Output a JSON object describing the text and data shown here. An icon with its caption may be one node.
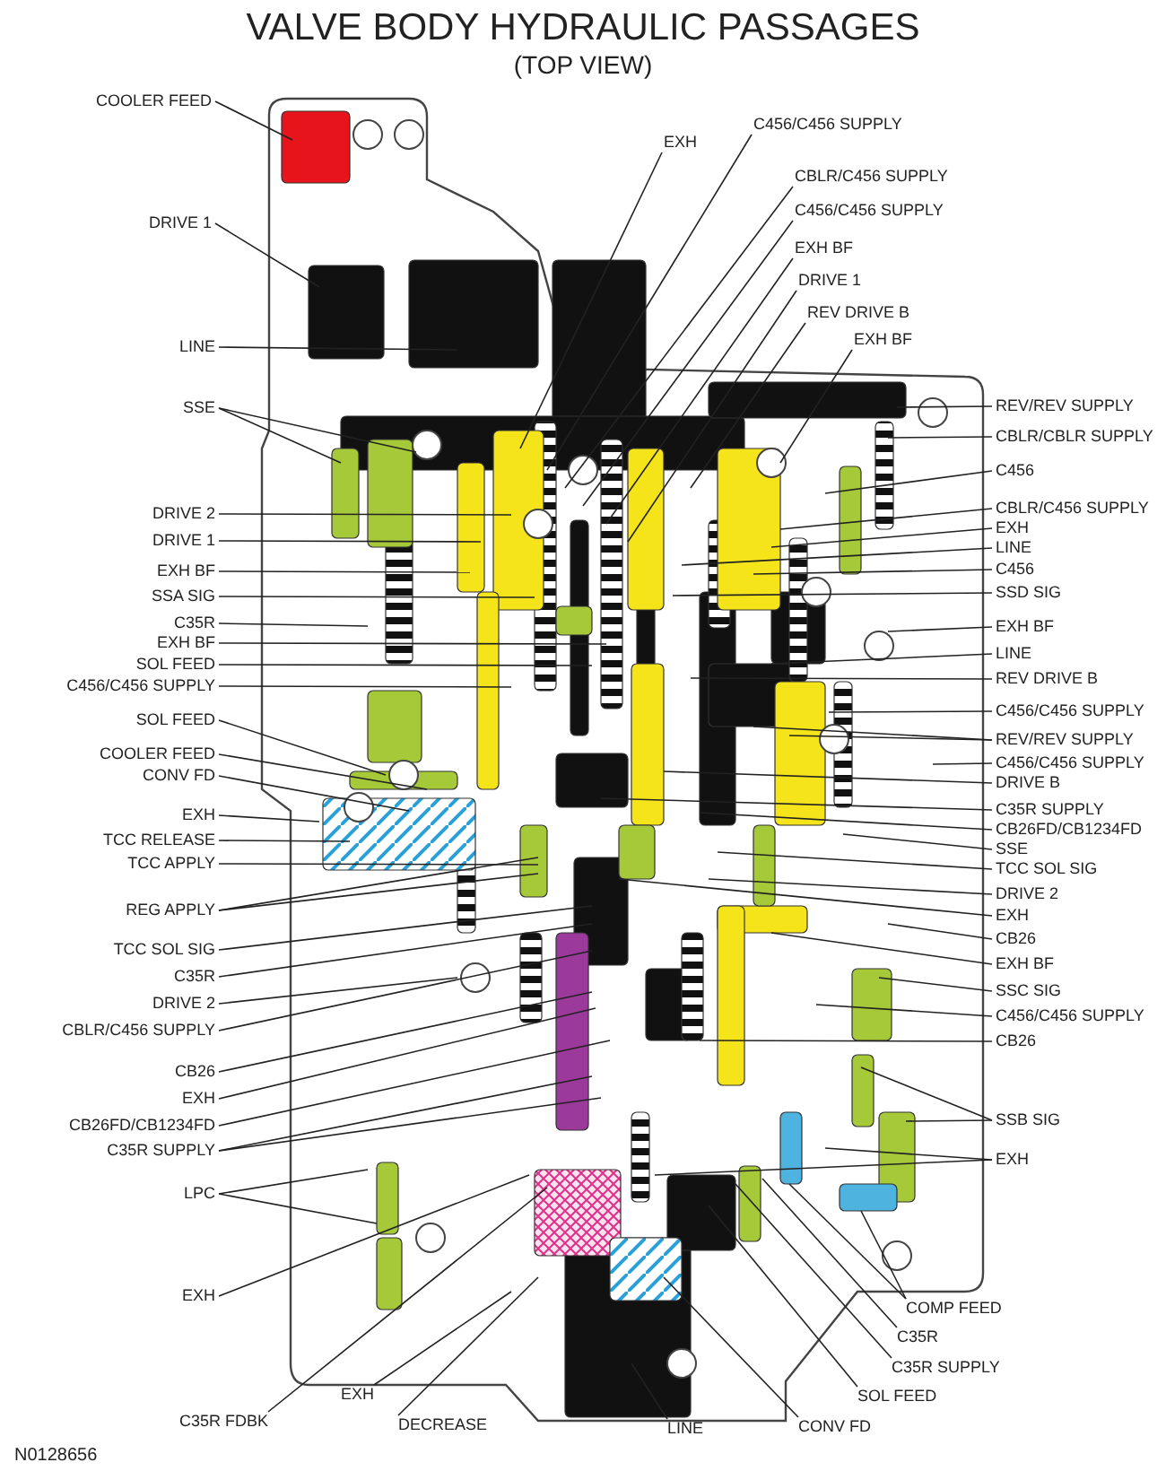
{
  "diagram": {
    "title": "VALVE BODY HYDRAULIC PASSAGES",
    "nodes": [
      {
        "text": [
          "COOLER FEED"
        ]
      },
      {
        "text": [
          "DRIVE 1"
        ]
      },
      {
        "text": [
          "LINE"
        ]
      },
      {
        "text": [
          "SSE"
        ]
      },
      {
        "text": [
          "DRIVE 2"
        ]
      },
      {
        "text": [
          "DRIVE 1"
        ]
      },
      {
        "text": [
          "EXH BF"
        ]
      },
      {
        "text": [
          "SSA SIG"
        ]
      },
      {
        "text": [
          "C35R"
        ]
      },
      {
        "text": [
          "EXH BF"
        ]
      },
      {
        "text": [
          "SOL FEED"
        ]
      },
      {
        "text": [
          "C456/C456 SUPPLY"
        ]
      },
      {
        "text": [
          "SOL FEED"
        ]
      },
      {
        "text": [
          "COOLER FEED"
        ]
      },
      {
        "text": [
          "CONV FD"
        ]
      },
      {
        "text": [
          "EXH"
        ]
      },
      {
        "text": [
          "TCC RELEASE"
        ]
      },
      {
        "text": [
          "TCC APPLY"
        ]
      },
      {
        "text": [
          "REG APPLY"
        ]
      },
      {
        "text": [
          "TCC SOL SIG"
        ]
      },
      {
        "text": [
          "C35R"
        ]
      },
      {
        "text": [
          "DRIVE 2"
        ]
      },
      {
        "text": [
          "CBLR/C456 SUPPLY"
        ]
      },
      {
        "text": [
          "CB26"
        ]
      },
      {
        "text": [
          "EXH"
        ]
      },
      {
        "text": [
          "CB26FD/CB1234FD"
        ]
      },
      {
        "text": [
          "C35R SUPPLY"
        ]
      },
      {
        "text": [
          "LPC"
        ]
      },
      {
        "text": [
          "EXH"
        ]
      },
      {
        "text": [
          "EXH"
        ]
      },
      {
        "text": [
          "C35R FDBK"
        ]
      },
      {
        "text": [
          "DECREASE"
        ]
      },
      {
        "text": [
          "LINE"
        ]
      },
      {
        "text": [
          "CONV FD"
        ]
      },
      {
        "text": [
          "SOL FEED"
        ]
      },
      {
        "text": [
          "C35R SUPPLY"
        ]
      },
      {
        "text": [
          "C35R"
        ]
      },
      {
        "text": [
          "COMP FEED"
        ]
      },
      {
        "text": [
          "EXH"
        ]
      },
      {
        "text": [
          "C456/C456 SUPPLY"
        ]
      },
      {
        "text": [
          "CBLR/C456 SUPPLY"
        ]
      },
      {
        "text": [
          "C456/C456 SUPPLY"
        ]
      },
      {
        "text": [
          "EXH BF"
        ]
      },
      {
        "text": [
          "DRIVE 1"
        ]
      },
      {
        "text": [
          "REV DRIVE B"
        ]
      },
      {
        "text": [
          "EXH BF"
        ]
      },
      {
        "text": [
          "REV/REV SUPPLY"
        ]
      },
      {
        "text": [
          "CBLR/CBLR SUPPLY"
        ]
      },
      {
        "text": [
          "C456"
        ]
      },
      {
        "text": [
          "CBLR/C456 SUPPLY"
        ]
      },
      {
        "text": [
          "EXH"
        ]
      },
      {
        "text": [
          "LINE"
        ]
      },
      {
        "text": [
          "C456"
        ]
      },
      {
        "text": [
          "SSD SIG"
        ]
      },
      {
        "text": [
          "EXH BF"
        ]
      },
      {
        "text": [
          "LINE"
        ]
      },
      {
        "text": [
          "REV DRIVE B"
        ]
      },
      {
        "text": [
          "C456/C456 SUPPLY"
        ]
      },
      {
        "text": [
          "REV/REV SUPPLY"
        ]
      },
      {
        "text": [
          "C456/C456 SUPPLY"
        ]
      },
      {
        "text": [
          "DRIVE B"
        ]
      },
      {
        "text": [
          "C35R SUPPLY"
        ]
      },
      {
        "text": [
          "CB26FD/CB1234FD"
        ]
      },
      {
        "text": [
          "SSE"
        ]
      },
      {
        "text": [
          "TCC SOL SIG"
        ]
      },
      {
        "text": [
          "DRIVE 2"
        ]
      },
      {
        "text": [
          "EXH"
        ]
      },
      {
        "text": [
          "CB26"
        ]
      },
      {
        "text": [
          "EXH BF"
        ]
      },
      {
        "text": [
          "SSC SIG"
        ]
      },
      {
        "text": [
          "C456/C456 SUPPLY"
        ]
      },
      {
        "text": [
          "CB26"
        ]
      },
      {
        "text": [
          "SSB SIG"
        ]
      },
      {
        "text": [
          "EXH"
        ]
      }
    ],
    "edges": [
      {
        "from": 0,
        "to": null,
        "arrow": "none"
      },
      {
        "from": 1,
        "to": null,
        "arrow": "none"
      },
      {
        "from": 2,
        "to": null,
        "arrow": "none"
      },
      {
        "from": 3,
        "to": null,
        "arrow": "none"
      },
      {
        "from": 3,
        "to": null,
        "arrow": "none"
      },
      {
        "from": 4,
        "to": null,
        "arrow": "none"
      },
      {
        "from": 5,
        "to": null,
        "arrow": "none"
      },
      {
        "from": 6,
        "to": null,
        "arrow": "none"
      },
      {
        "from": 7,
        "to": null,
        "arrow": "none"
      },
      {
        "from": 8,
        "to": null,
        "arrow": "none"
      },
      {
        "from": 9,
        "to": null,
        "arrow": "none"
      },
      {
        "from": 10,
        "to": null,
        "arrow": "none"
      },
      {
        "from": 11,
        "to": null,
        "arrow": "none"
      },
      {
        "from": 12,
        "to": null,
        "arrow": "none"
      },
      {
        "from": 13,
        "to": null,
        "arrow": "none"
      },
      {
        "from": 14,
        "to": null,
        "arrow": "none"
      },
      {
        "from": 15,
        "to": null,
        "arrow": "none"
      },
      {
        "from": 16,
        "to": null,
        "arrow": "none"
      },
      {
        "from": 17,
        "to": null,
        "arrow": "none"
      },
      {
        "from": 18,
        "to": null,
        "arrow": "none"
      },
      {
        "from": 18,
        "to": null,
        "arrow": "none"
      },
      {
        "from": 19,
        "to": null,
        "arrow": "none"
      },
      {
        "from": 20,
        "to": null,
        "arrow": "none"
      },
      {
        "from": 21,
        "to": null,
        "arrow": "none"
      },
      {
        "from": 22,
        "to": null,
        "arrow": "none"
      },
      {
        "from": 23,
        "to": null,
        "arrow": "none"
      },
      {
        "from": 24,
        "to": null,
        "arrow": "none"
      },
      {
        "from": 25,
        "to": null,
        "arrow": "none"
      },
      {
        "from": 26,
        "to": null,
        "arrow": "none"
      },
      {
        "from": 26,
        "to": null,
        "arrow": "none"
      },
      {
        "from": 27,
        "to": null,
        "arrow": "none"
      },
      {
        "from": 27,
        "to": null,
        "arrow": "none"
      },
      {
        "from": 28,
        "to": null,
        "arrow": "none"
      },
      {
        "from": 29,
        "to": null,
        "arrow": "none"
      },
      {
        "from": 30,
        "to": null,
        "arrow": "none"
      },
      {
        "from": 31,
        "to": null,
        "arrow": "none"
      },
      {
        "from": 32,
        "to": null,
        "arrow": "none"
      },
      {
        "from": 33,
        "to": null,
        "arrow": "none"
      },
      {
        "from": 34,
        "to": null,
        "arrow": "none"
      },
      {
        "from": 35,
        "to": null,
        "arrow": "none"
      },
      {
        "from": 36,
        "to": null,
        "arrow": "none"
      },
      {
        "from": 37,
        "to": null,
        "arrow": "none"
      },
      {
        "from": 37,
        "to": null,
        "arrow": "none"
      },
      {
        "from": 38,
        "to": null,
        "arrow": "none"
      },
      {
        "from": 39,
        "to": null,
        "arrow": "none"
      },
      {
        "from": 40,
        "to": null,
        "arrow": "none"
      },
      {
        "from": 41,
        "to": null,
        "arrow": "none"
      },
      {
        "from": 42,
        "to": null,
        "arrow": "none"
      },
      {
        "from": 43,
        "to": null,
        "arrow": "none"
      },
      {
        "from": 44,
        "to": null,
        "arrow": "none"
      },
      {
        "from": 45,
        "to": null,
        "arrow": "none"
      },
      {
        "from": 46,
        "to": null,
        "arrow": "none"
      },
      {
        "from": 47,
        "to": null,
        "arrow": "none"
      },
      {
        "from": 48,
        "to": null,
        "arrow": "none"
      },
      {
        "from": 49,
        "to": null,
        "arrow": "none"
      },
      {
        "from": 50,
        "to": null,
        "arrow": "none"
      },
      {
        "from": 51,
        "to": null,
        "arrow": "none"
      },
      {
        "from": 52,
        "to": null,
        "arrow": "none"
      },
      {
        "from": 53,
        "to": null,
        "arrow": "none"
      },
      {
        "from": 54,
        "to": null,
        "arrow": "none"
      },
      {
        "from": 55,
        "to": null,
        "arrow": "none"
      },
      {
        "from": 56,
        "to": null,
        "arrow": "none"
      },
      {
        "from": 57,
        "to": null,
        "arrow": "none"
      },
      {
        "from": 58,
        "to": null,
        "arrow": "none"
      },
      {
        "from": 58,
        "to": null,
        "arrow": "none"
      },
      {
        "from": 59,
        "to": null,
        "arrow": "none"
      },
      {
        "from": 60,
        "to": null,
        "arrow": "none"
      },
      {
        "from": 61,
        "to": null,
        "arrow": "none"
      },
      {
        "from": 62,
        "to": null,
        "arrow": "none"
      },
      {
        "from": 63,
        "to": null,
        "arrow": "none"
      },
      {
        "from": 64,
        "to": null,
        "arrow": "none"
      },
      {
        "from": 65,
        "to": null,
        "arrow": "none"
      },
      {
        "from": 66,
        "to": null,
        "arrow": "none"
      },
      {
        "from": 67,
        "to": null,
        "arrow": "none"
      },
      {
        "from": 68,
        "to": null,
        "arrow": "none"
      },
      {
        "from": 69,
        "to": null,
        "arrow": "none"
      },
      {
        "from": 70,
        "to": null,
        "arrow": "none"
      },
      {
        "from": 71,
        "to": null,
        "arrow": "none"
      },
      {
        "from": 72,
        "to": null,
        "arrow": "none"
      },
      {
        "from": 72,
        "to": null,
        "arrow": "none"
      },
      {
        "from": 73,
        "to": null,
        "arrow": "none"
      },
      {
        "from": 73,
        "to": null,
        "arrow": "none"
      }
    ],
    "labels": [
      "(TOP VIEW)",
      "N0128656"
    ]
  }
}
